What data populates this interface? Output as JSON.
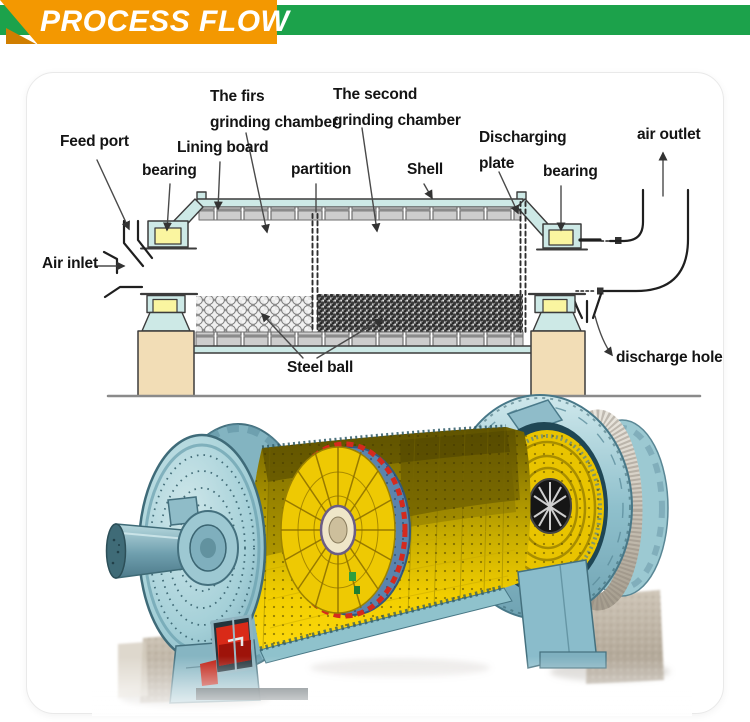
{
  "header": {
    "title": "PROCESS FLOW",
    "colors": {
      "green": "#1ca24b",
      "orange": "#f39801",
      "orange_dark": "#d07e00",
      "title_text": "#ffffff"
    }
  },
  "diagram": {
    "labels": {
      "feed_port": "Feed port",
      "bearing_left": "bearing",
      "lining_board": "Lining board",
      "first_chamber_line1": "The firs",
      "first_chamber_line2": "grinding chamber",
      "second_chamber_line1": "The second",
      "second_chamber_line2": "grinding chamber",
      "partition": "partition",
      "shell": "Shell",
      "discharging_line1": "Discharging",
      "discharging_line2": "plate",
      "bearing_right": "bearing",
      "air_outlet": "air outlet",
      "air_inlet": "Air inlet",
      "steel_ball": "Steel ball",
      "discharge_hole": "discharge hole"
    },
    "colors": {
      "shell_fill": "#cde9e6",
      "bearing_block_yellow": "#faf5a0",
      "pedestal_beige": "#f2ddb6",
      "brick_gray": "#cdcdcd",
      "outline": "#3c3c3c",
      "leader_line": "#4a4a4a"
    }
  },
  "illustration": {
    "alt": "3D cutaway rendering of a two-chamber ball mill",
    "colors": {
      "body_blue": "#a7d0da",
      "body_blue_dark": "#54808f",
      "interior_yellow": "#ffd908",
      "interior_shadow": "#6e6000",
      "partition_red": "#d42a1e",
      "partition_blue": "#5b84ad",
      "chute_red": "#dd2b1c",
      "gear_silver": "#cfc9bf",
      "concrete": "#bdb3a4"
    }
  }
}
